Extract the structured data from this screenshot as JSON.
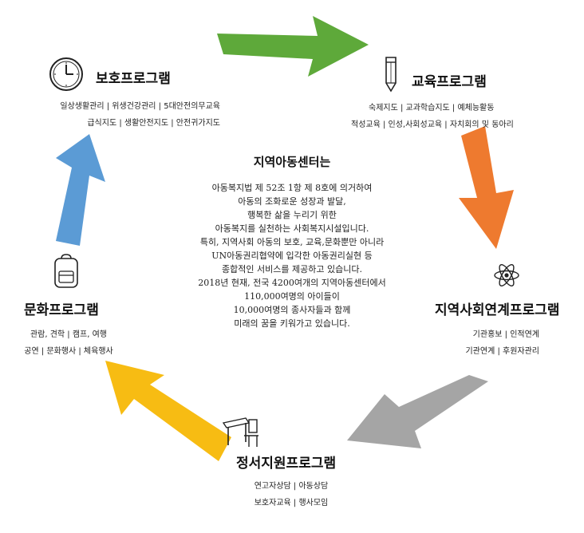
{
  "center": {
    "title": "지역아동센터는",
    "lines": [
      "아동복지법 제 52조 1항 제 8호에 의거하여",
      "아동의 조화로운 성장과 발달,",
      "행복한 삶을 누리기 위한",
      "아동복지를 실천하는 사회복지시설입니다.",
      "특히, 지역사회 아동의 보호, 교육,문화뿐만 아니라",
      "UN아동권리협약에 입각한 아동권리실현 등",
      "종합적인 서비스를 제공하고 있습니다.",
      "2018년 현재, 전국 4200여개의 지역아동센터에서",
      "110,000여명의 아이들이",
      "10,000여명의 종사자들과 함께",
      "미래의 꿈을 키워가고 있습니다."
    ]
  },
  "programs": {
    "protection": {
      "title": "보호프로그램",
      "lines": [
        "일상생활관리 | 위생건강관리 | 5대안전의무교육",
        "급식지도 | 생활안전지도 | 안전귀가지도"
      ],
      "icon": "clock-icon"
    },
    "education": {
      "title": "교육프로그램",
      "lines": [
        "숙제지도 | 교과학습지도 | 예체능활동",
        "적성교육 | 인성,사회성교육 | 자치회의 및 동아리"
      ],
      "icon": "pencil-icon"
    },
    "community": {
      "title": "지역사회연계프로그램",
      "lines": [
        "기관홍보 | 인적연계",
        "기관연계 | 후원자관리"
      ],
      "icon": "atom-icon"
    },
    "emotional": {
      "title": "정서지원프로그램",
      "lines": [
        "연고자상담 | 아동상담",
        "보호자교육 | 행사모임"
      ],
      "icon": "desk-chair-icon"
    },
    "culture": {
      "title": "문화프로그램",
      "lines": [
        "관람, 견학 | 캠프, 여행",
        "공연 | 문화행사 | 체육행사"
      ],
      "icon": "backpack-icon"
    }
  },
  "colors": {
    "green_arrow": "#5ea93a",
    "orange_arrow": "#ee7a2f",
    "gray_arrow": "#a5a5a5",
    "yellow_arrow": "#f7bc13",
    "blue_arrow": "#5b9bd5"
  }
}
